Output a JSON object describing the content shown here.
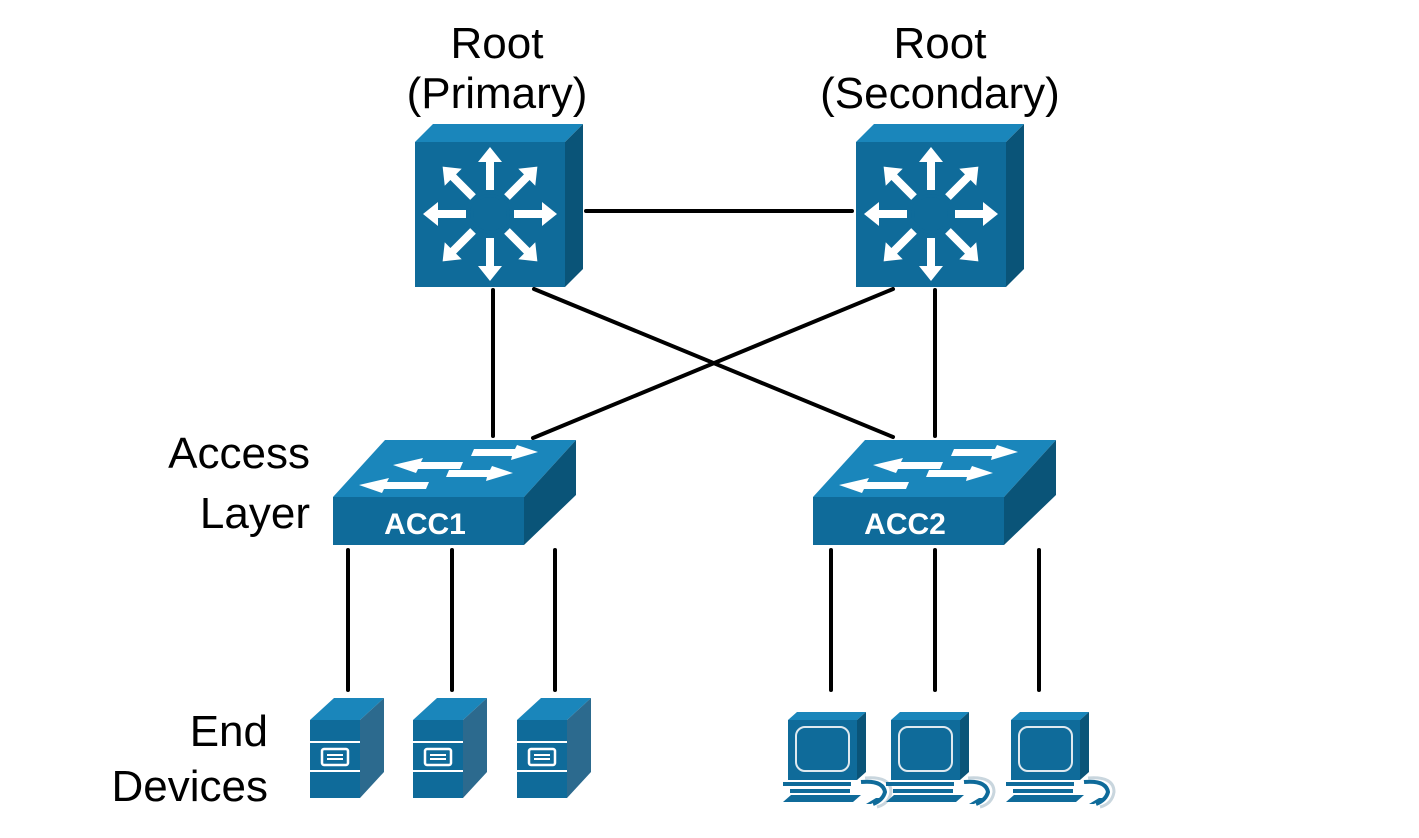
{
  "colors": {
    "device_front": "#0f6b9a",
    "device_top": "#1a86bb",
    "device_side": "#0a5478",
    "link": "#000000",
    "icon_glyph": "#ffffff",
    "background": "#ffffff"
  },
  "labels": {
    "root_primary_line1": "Root",
    "root_primary_line2": "(Primary)",
    "root_secondary_line1": "Root",
    "root_secondary_line2": "(Secondary)",
    "access_line1": "Access",
    "access_line2": "Layer",
    "end_line1": "End",
    "end_line2": "Devices"
  },
  "nodes": {
    "root_primary": {
      "type": "multilayer-switch",
      "role": "Root (Primary)"
    },
    "root_secondary": {
      "type": "multilayer-switch",
      "role": "Root (Secondary)"
    },
    "acc1": {
      "type": "workgroup-switch",
      "label": "ACC1"
    },
    "acc2": {
      "type": "workgroup-switch",
      "label": "ACC2"
    },
    "servers": [
      {
        "type": "file-server",
        "uplink": "ACC1"
      },
      {
        "type": "file-server",
        "uplink": "ACC1"
      },
      {
        "type": "file-server",
        "uplink": "ACC1"
      }
    ],
    "pcs": [
      {
        "type": "pc",
        "uplink": "ACC2"
      },
      {
        "type": "pc",
        "uplink": "ACC2"
      },
      {
        "type": "pc",
        "uplink": "ACC2"
      }
    ]
  },
  "links": [
    {
      "from": "root_primary",
      "to": "root_secondary"
    },
    {
      "from": "root_primary",
      "to": "acc1"
    },
    {
      "from": "root_primary",
      "to": "acc2"
    },
    {
      "from": "root_secondary",
      "to": "acc1"
    },
    {
      "from": "root_secondary",
      "to": "acc2"
    },
    {
      "from": "acc1",
      "to": "server-1"
    },
    {
      "from": "acc1",
      "to": "server-2"
    },
    {
      "from": "acc1",
      "to": "server-3"
    },
    {
      "from": "acc2",
      "to": "pc-1"
    },
    {
      "from": "acc2",
      "to": "pc-2"
    },
    {
      "from": "acc2",
      "to": "pc-3"
    }
  ]
}
